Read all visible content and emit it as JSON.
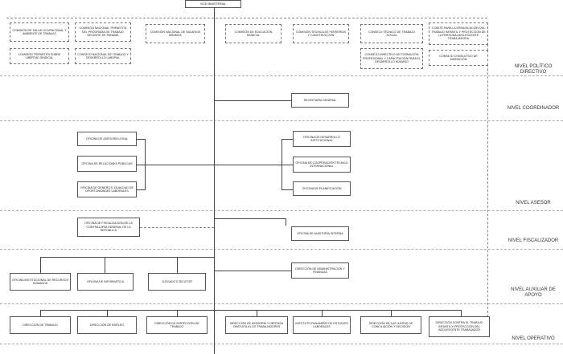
{
  "top": "VICE MINISTERIAL",
  "boxes": {
    "c1": "COMISIÓN DE SALUD OCUPACIONAL Y AMBIENTE DE TRABAJO",
    "c2": "COMISIÓN NACIONAL TRIPARTITA DEL PROGRAMA DE TRABAJO DECENTE DE PANAMÁ",
    "c3": "COMISIÓN NACIONAL DE SALARIOS MÍNIMOS",
    "c4": "COMISIÓN DE EDUCACIÓN SINDICAL",
    "c5": "COMISIÓN TÉCNICA DE FERRERÍAS Y CONSTRUCCIÓN",
    "c6": "CONSEJO TÉCNICO DE TRABAJO SOCIAL",
    "c7": "COMITÉ PARA LA ERRADICACIÓN DEL TRABAJO INFANTIL Y PROTECCIÓN DE LA PERSONA ADOLESCENTE TRABAJADORA",
    "c8": "COMISIÓN TRIPARTITA SOBRE LIBERTAD SINDICAL",
    "c9": "CONSEJO NACIONAL DE TRABAJO Y DESARROLLO LABORAL",
    "c10": "CONSEJO DIRECTIVO DE FORMACIÓN PROFESIONAL Y CAPACITACIÓN PARA EL DESARROLLO HUMANO",
    "c11": "CONSEJO CONSULTIVO DE MIGRACIÓN",
    "sec": "SECRETARÍA GENERAL",
    "a1": "OFICINA DE ASESORÍA LEGAL",
    "a2": "OFICINA DE RELACIONES PÚBLICAS",
    "a3": "OFICINA DE GÉNERO E IGUALDAD DE OPORTUNIDADES LABORALES",
    "a4": "OFICINA DE DESARROLLO INSTITUCIONAL",
    "a5": "OFICINA DE COOPERACIÓN TÉCNICA INTERNACIONAL",
    "a6": "OFICINA DE PLANIFICACIÓN",
    "f1": "OFICINA DE FISCALIZACIÓN DE LA CONTRALORÍA GENERAL DE LA REPÚBLICA",
    "f2": "OFICINA DE AUDITORÍA INTERNA",
    "x1": "DIRECCIÓN DE ADMINISTRACIÓN Y FINANZAS",
    "x2": "OFICINA INSTITUCIONAL DE RECURSOS HUMANOS",
    "x3": "OFICINA DE INFORMÁTICA",
    "x4": "JUZGADO EJECUTOR",
    "o1": "DIRECCIÓN DE TRABAJO",
    "o2": "DIRECCIÓN DE EMPLEO",
    "o3": "DIRECCIÓN DE INSPECCIÓN DE TRABAJO",
    "o4": "DIRECCIÓN DE ASESORÍA Y DEFENSA GRATUITA A LOS TRABAJADORES",
    "o5": "INSTITUTO PANAMEÑO DE ESTUDIOS LABORALES",
    "o6": "DIRECCIÓN DE LAS JUNTAS DE CONCILIACIÓN Y DECISIÓN",
    "o7": "DIRECCIÓN CONTRA EL TRABAJO INFANTIL Y PROTECCIÓN DEL ADOLESCENTE TRABAJADOR"
  },
  "levels": {
    "l1": "NIVEL POLÍTICO DIRECTIVO",
    "l2": "NIVEL COORDINADOR",
    "l3": "NIVEL ASESOR",
    "l4": "NIVEL FISCALIZADOR",
    "l5": "NIVEL AUXILIAR DE APOYO",
    "l6": "NIVEL OPERATIVO"
  }
}
